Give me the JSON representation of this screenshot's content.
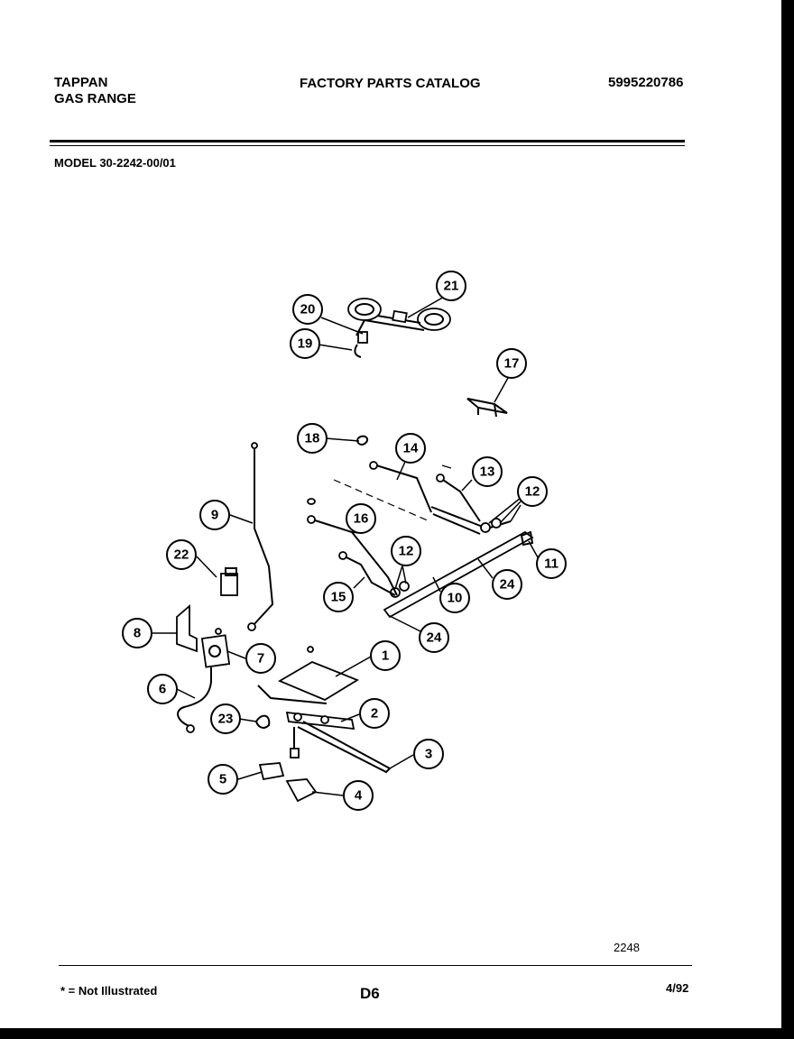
{
  "header": {
    "brand": "TAPPAN",
    "product": "GAS RANGE",
    "catalog_title": "FACTORY PARTS CATALOG",
    "catalog_number": "5995220786",
    "model": "MODEL 30-2242-00/01"
  },
  "diagram": {
    "number": "2248",
    "callouts": [
      "1",
      "2",
      "3",
      "4",
      "5",
      "6",
      "7",
      "8",
      "9",
      "10",
      "11",
      "12",
      "12",
      "13",
      "14",
      "15",
      "16",
      "17",
      "18",
      "19",
      "20",
      "21",
      "22",
      "23",
      "24",
      "24"
    ]
  },
  "footer": {
    "legend": "* = Not Illustrated",
    "page_code": "D6",
    "date": "4/92"
  }
}
